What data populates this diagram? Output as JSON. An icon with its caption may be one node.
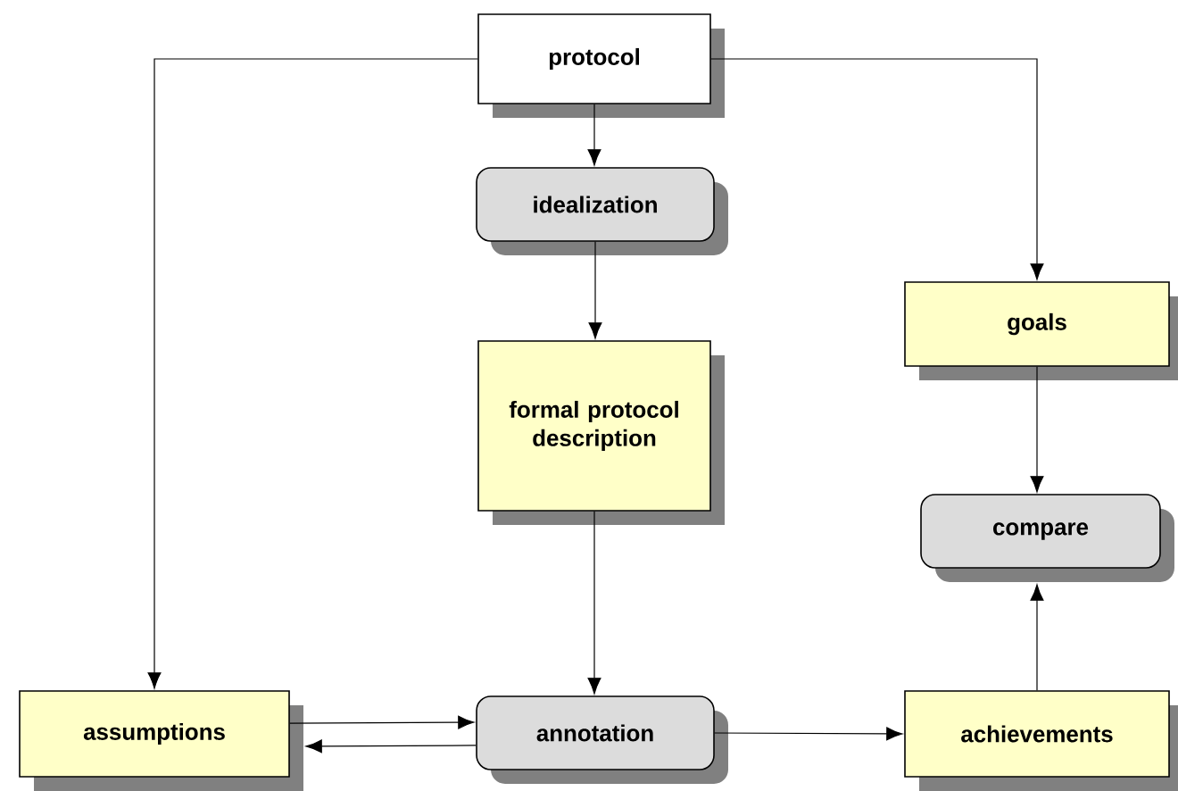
{
  "diagram": {
    "nodes": [
      {
        "text": [
          "protocol"
        ]
      },
      {
        "text": [
          "idealization"
        ]
      },
      {
        "text": [
          "formal protocol description"
        ]
      },
      {
        "text": [
          "goals"
        ]
      },
      {
        "text": [
          "compare"
        ]
      },
      {
        "text": [
          "assumptions"
        ]
      },
      {
        "text": [
          "annotation"
        ]
      },
      {
        "text": [
          "achievements"
        ]
      }
    ],
    "edges": [
      {
        "from": 0,
        "to": 1,
        "arrow": "to"
      },
      {
        "from": 1,
        "to": 2,
        "arrow": "to"
      },
      {
        "from": 0,
        "to": 5,
        "arrow": "to"
      },
      {
        "from": 0,
        "to": 3,
        "arrow": "to"
      },
      {
        "from": 3,
        "to": 4,
        "arrow": "to"
      },
      {
        "from": 2,
        "to": 6,
        "arrow": "to"
      },
      {
        "from": 5,
        "to": 6,
        "arrow": "to"
      },
      {
        "from": 6,
        "to": 5,
        "arrow": "to"
      },
      {
        "from": 6,
        "to": 7,
        "arrow": "to"
      },
      {
        "from": 7,
        "to": 4,
        "arrow": "to"
      }
    ]
  }
}
